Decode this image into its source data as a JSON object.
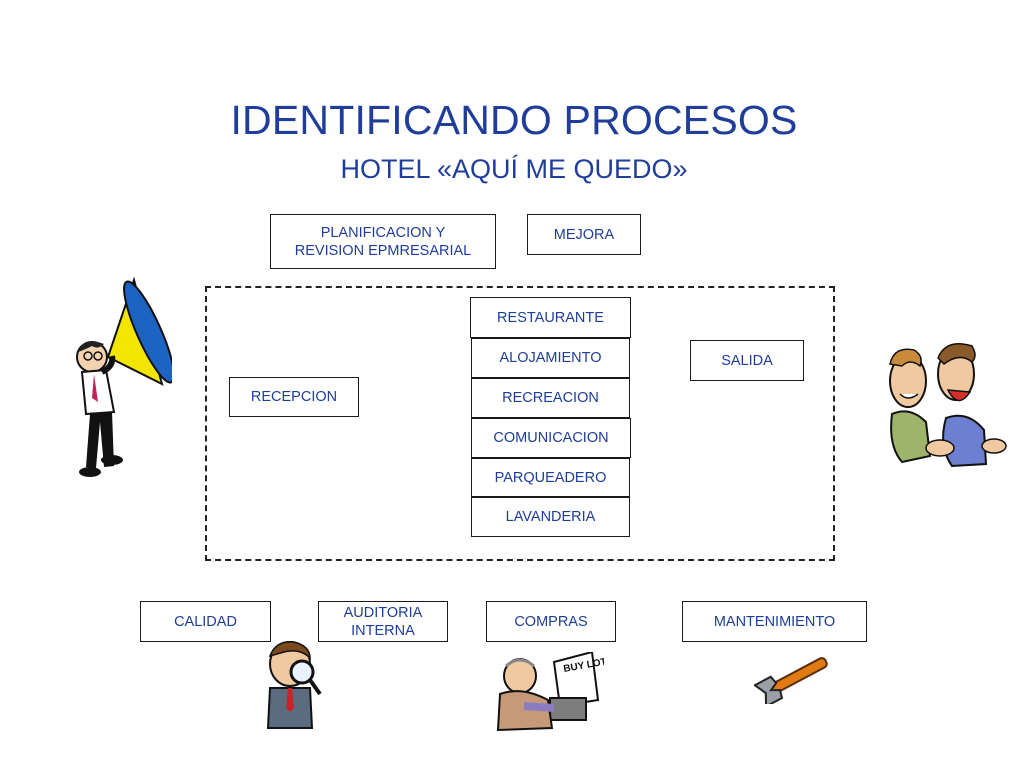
{
  "slide": {
    "title": "IDENTIFICANDO PROCESOS",
    "subtitle": "HOTEL «AQUÍ ME QUEDO»"
  },
  "strategic": {
    "planning": "PLANIFICACION Y\nREVISION EPMRESARIAL",
    "improvement": "MEJORA"
  },
  "operational": {
    "reception": "RECEPCION",
    "services": [
      "RESTAURANTE",
      "ALOJAMIENTO",
      "RECREACION",
      "COMUNICACION",
      "PARQUEADERO",
      "LAVANDERIA"
    ],
    "exit": "SALIDA"
  },
  "support": {
    "quality": "CALIDAD",
    "audit": "AUDITORIA\nINTERNA",
    "purchasing": "COMPRAS",
    "maintenance": "MANTENIMIENTO"
  },
  "clipart": {
    "megaphone": "man-with-megaphone",
    "customers": "two-happy-customers",
    "auditor": "man-with-magnifying-glass",
    "buyer": "man-at-typewriter-buy-lots",
    "wrench": "wrench"
  },
  "buyer_paper_text": "BUY LOTS",
  "colors": {
    "text": "#1f3d99",
    "border": "#1a1a1a"
  }
}
